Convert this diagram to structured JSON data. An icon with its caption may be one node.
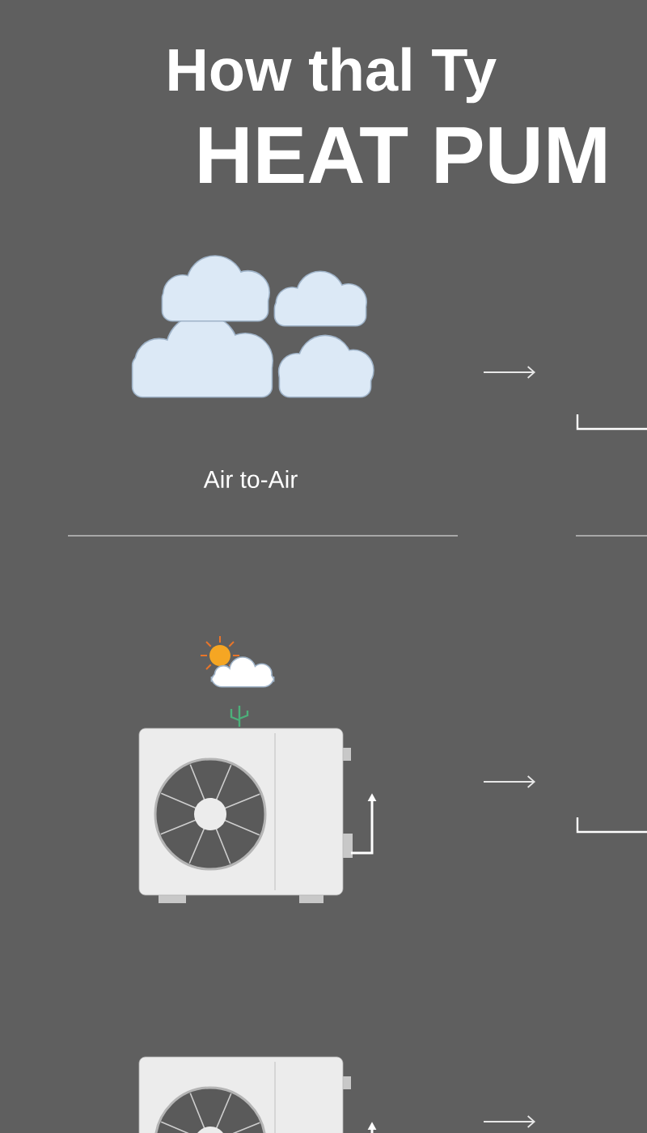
{
  "diagram": {
    "title": "How thal Ty",
    "nodes": [
      {
        "text": [],
        "shape": "cloud",
        "beside": [
          "Air to-Air"
        ]
      },
      {
        "text": [],
        "shape": "picture"
      },
      {
        "text": [],
        "shape": "picture"
      }
    ],
    "labels": [
      "HEAT PUM"
    ]
  }
}
